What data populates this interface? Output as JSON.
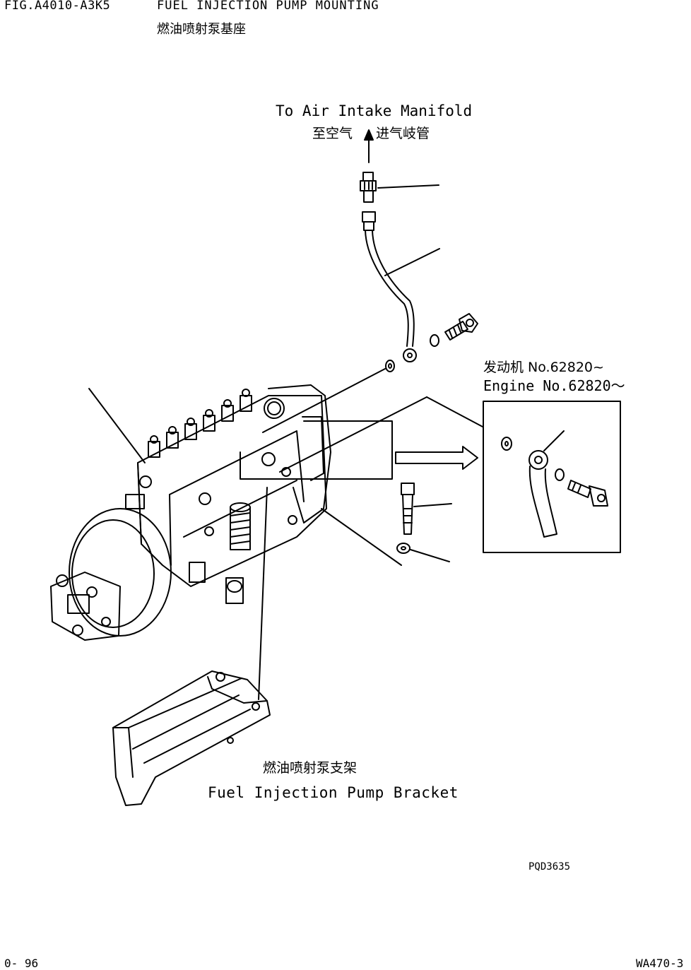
{
  "header": {
    "figure_id": "FIG.A4010-A3K5",
    "title_en": "FUEL INJECTION PUMP MOUNTING",
    "title_cn": "燃油喷射泵基座"
  },
  "callouts": {
    "air_intake_en": "To Air Intake Manifold",
    "air_intake_cn_left": "至空气",
    "air_intake_cn_right": "进气岐管",
    "engine_cn": "发动机 No.62820~",
    "engine_en": "Engine No.62820～",
    "bracket_cn": "燃油喷射泵支架",
    "bracket_en": "Fuel Injection Pump Bracket"
  },
  "footer": {
    "drawing_code": "PQD3635",
    "page_left": "0- 96",
    "page_right": "WA470-3"
  }
}
